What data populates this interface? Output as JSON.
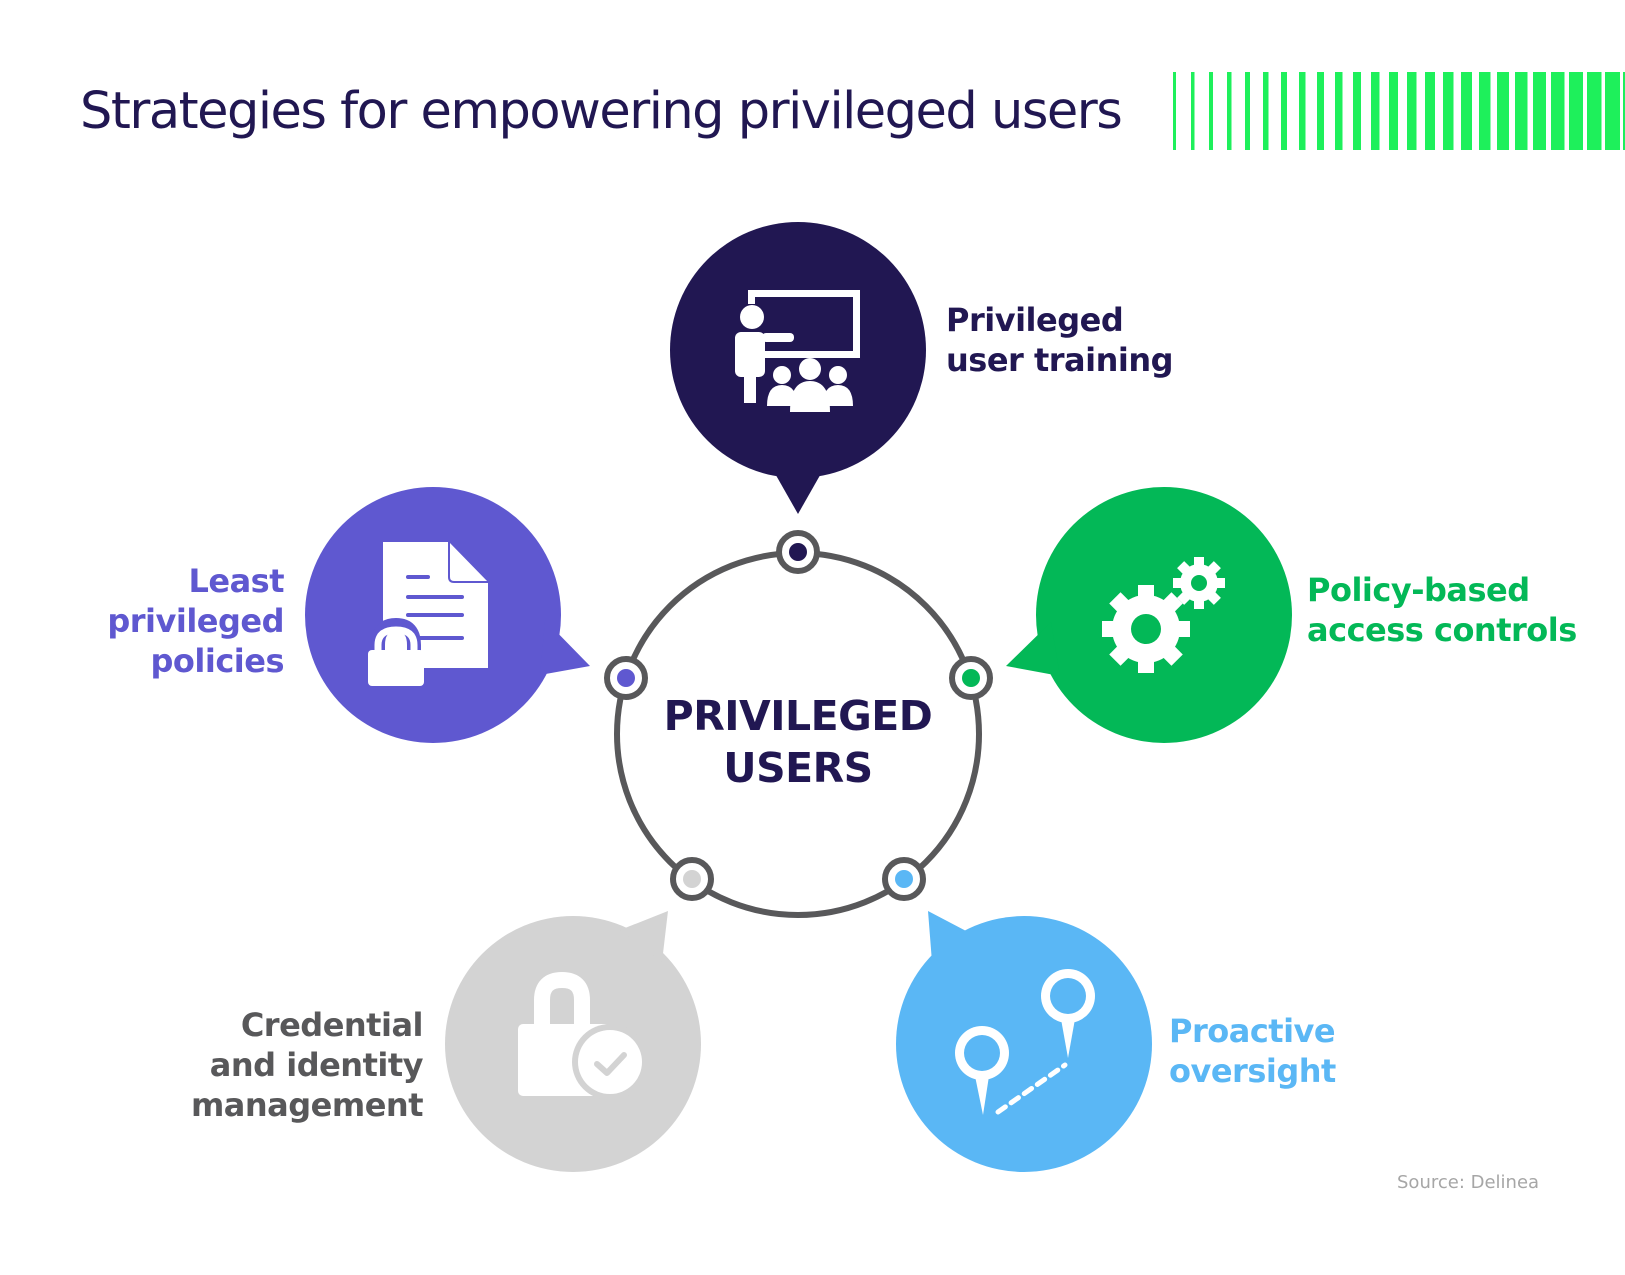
{
  "title": "Strategies for empowering privileged users",
  "center": {
    "line1": "PRIVILEGED",
    "line2": "USERS"
  },
  "colors": {
    "title": "#211752",
    "accent_stripes": "#1EF05B",
    "ring": "#58585A",
    "training": "#211752",
    "least_privilege": "#5F58D0",
    "policy": "#03B857",
    "credential_bubble": "#D3D3D3",
    "credential_text": "#58585A",
    "oversight": "#5AB7F5"
  },
  "strategies": [
    {
      "id": "training",
      "icon": "presentation-teacher-icon",
      "lines": [
        "Privileged",
        "user training"
      ]
    },
    {
      "id": "least_privilege",
      "icon": "locked-document-icon",
      "lines": [
        "Least",
        "privileged",
        "policies"
      ]
    },
    {
      "id": "policy",
      "icon": "gears-icon",
      "lines": [
        "Policy-based",
        "access controls"
      ]
    },
    {
      "id": "credential",
      "icon": "lock-check-icon",
      "lines": [
        "Credential",
        "and identity",
        "management"
      ]
    },
    {
      "id": "oversight",
      "icon": "map-pins-icon",
      "lines": [
        "Proactive",
        "oversight"
      ]
    }
  ],
  "source": "Source: Delinea"
}
